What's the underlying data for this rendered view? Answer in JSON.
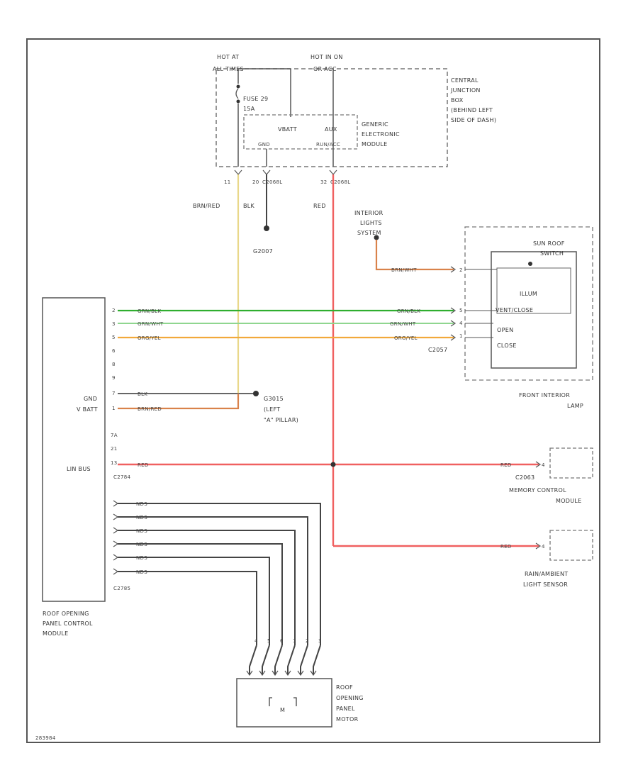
{
  "colors": {
    "frame": "#555555",
    "grn_blk": "#2fae2f",
    "grn_wht": "#8fd68f",
    "org_yel": "#f2a93b",
    "yellow": "#e9d88a",
    "red": "#f06060",
    "brown_red": "#d9824a",
    "black": "#333333",
    "blk_bundle": "#444444"
  },
  "fuse_box": {
    "hot_at_all_times": [
      "HOT AT",
      "ALL TIMES"
    ],
    "hot_in_on": [
      "HOT IN ON",
      "OR ACC"
    ],
    "fuse": [
      "FUSE 29",
      "15A"
    ],
    "title": [
      "CENTRAL",
      "JUNCTION",
      "BOX",
      "(BEHIND LEFT",
      "SIDE OF DASH)"
    ]
  },
  "gem": {
    "vbatt": "VBATT",
    "aux": "AUX",
    "gnd": "GND",
    "pin_aux": "RUN/ACC",
    "title": [
      "GENERIC",
      "ELECTRONIC",
      "MODULE"
    ]
  },
  "fuse_pins": {
    "p1": "11",
    "p2": "20",
    "p2_conn": "C2068L",
    "p3": "32",
    "p3_conn": "C2068L"
  },
  "wires_top": {
    "brn_red": "BRN/RED",
    "blk": "BLK",
    "red": "RED",
    "ground": "G2007"
  },
  "interior_lights": [
    "INTERIOR",
    "LIGHTS",
    "SYSTEM"
  ],
  "sunroof": {
    "title": [
      "SUN ROOF",
      "SWITCH"
    ],
    "illum": "ILLUM",
    "vent_close": "VENT/CLOSE",
    "open_close": [
      "OPEN",
      "CLOSE"
    ],
    "conn": "C2057",
    "lamp": [
      "FRONT INTERIOR",
      "LAMP"
    ],
    "wire_top": "BRN/WHT",
    "pins": [
      "2",
      "5",
      "4",
      "1"
    ]
  },
  "module": {
    "gnd": "GND",
    "vbatt": "V BATT",
    "linbus": "LIN BUS",
    "conn1": "C2784",
    "conn2": "C2785",
    "title": [
      "ROOF OPENING",
      "PANEL CONTROL",
      "MODULE"
    ],
    "pins_top": [
      "2",
      "3",
      "5",
      "6",
      "8",
      "9",
      "7",
      "1",
      "7A",
      "21",
      "13"
    ],
    "pins_bottom": [
      "4",
      "5",
      "6",
      "1",
      "2",
      "3"
    ]
  },
  "wires_mid": {
    "grn_blk": "GRN/BLK",
    "grn_wht": "GRN/WHT",
    "org_yel": "ORG/YEL",
    "blk": "BLK",
    "brn_red": "BRN/RED",
    "red": "RED"
  },
  "ground2": [
    "G3015",
    "(LEFT",
    "\"A\" PILLAR)"
  ],
  "memory": {
    "conn": "C2063",
    "title": [
      "MEMORY CONTROL",
      "MODULE"
    ],
    "pin": "4"
  },
  "rain": {
    "title": [
      "RAIN/AMBIENT",
      "LIGHT SENSOR"
    ],
    "pin": "4"
  },
  "motor_wires": [
    "NDS",
    "NDS",
    "NDS",
    "NDS",
    "NDS",
    "NDS"
  ],
  "motor": {
    "title": [
      "ROOF",
      "OPENING",
      "PANEL",
      "MOTOR"
    ],
    "symbol": "M"
  },
  "diagram_id": "283984"
}
